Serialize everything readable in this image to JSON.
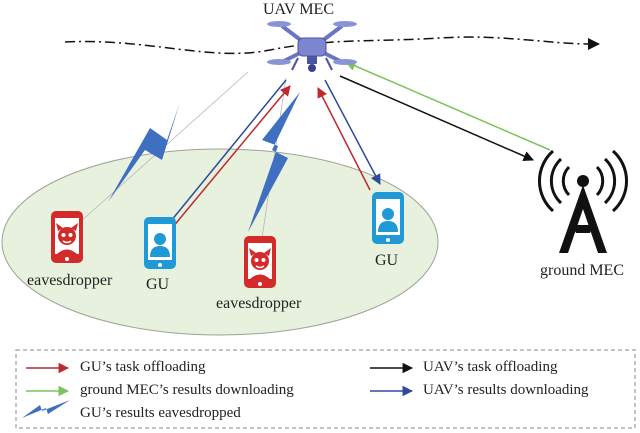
{
  "labels": {
    "uav": "UAV MEC",
    "eavesdropper_left": "eavesdropper",
    "gu_left": "GU",
    "eavesdropper_center": "eavesdropper",
    "gu_right": "GU",
    "ground_mec": "ground MEC"
  },
  "legend": {
    "gu_task_offloading": "GU’s  task offloading",
    "ground_results_downloading": "ground  MEC’s results downloading",
    "gu_results_eavesdropped": "GU’s  results eavesdropped",
    "uav_task_offloading": "UAV’s  task offloading",
    "uav_results_downloading": "UAV’s results downloading"
  },
  "colors": {
    "gu_offloading": "#c0282d",
    "ground_downloading": "#7cc35a",
    "uav_offloading": "#111111",
    "uav_downloading": "#2e4a9a",
    "eavesdropping": "#3e6fc0",
    "eavesdropper_phone": "#d32a2a",
    "gu_phone": "#1f9ad6",
    "ellipse_fill": "#e7f1dd",
    "drone": "#7c86d0"
  }
}
